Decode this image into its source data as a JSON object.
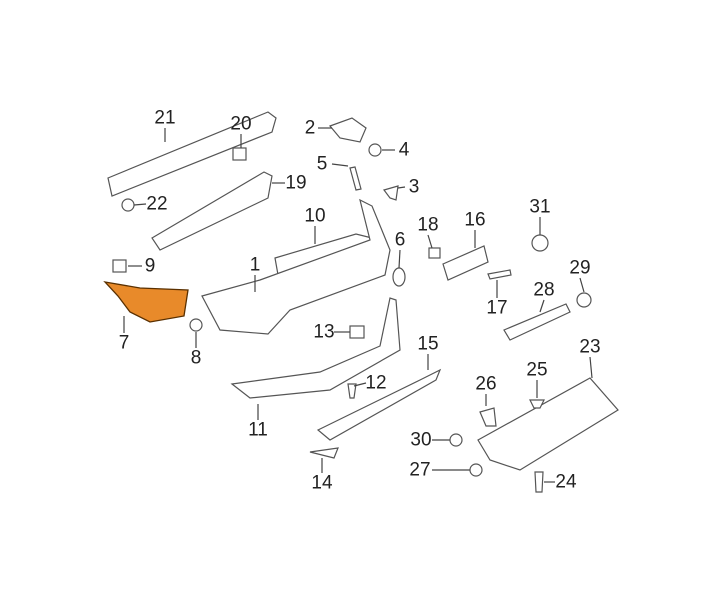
{
  "diagram": {
    "highlighted_part": "7",
    "highlight_color": "#e88a2a",
    "callouts": [
      "21",
      "20",
      "2",
      "4",
      "5",
      "19",
      "3",
      "22",
      "10",
      "18",
      "16",
      "31",
      "6",
      "9",
      "1",
      "29",
      "28",
      "17",
      "7",
      "13",
      "8",
      "15",
      "23",
      "12",
      "25",
      "26",
      "11",
      "30",
      "27",
      "24",
      "14"
    ]
  }
}
